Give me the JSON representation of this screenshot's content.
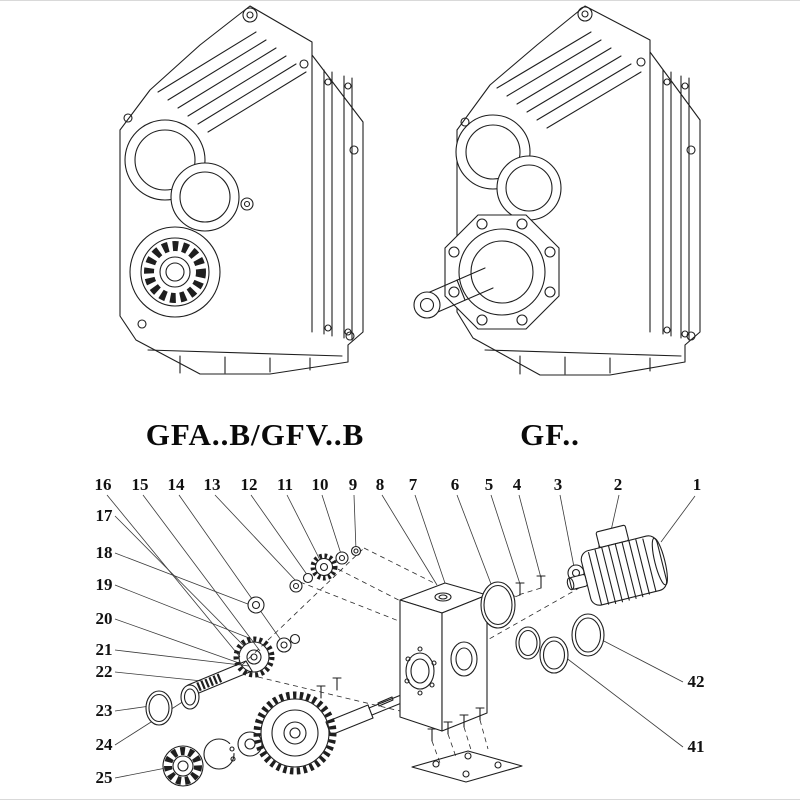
{
  "page": {
    "background": "#ffffff",
    "line_color": "#1f1f1f"
  },
  "models": [
    {
      "label": "GFA..B/GFV..B"
    },
    {
      "label": "GF.."
    }
  ],
  "exploded": {
    "callouts_top": [
      "16",
      "15",
      "14",
      "13",
      "12",
      "11",
      "10",
      "9",
      "8",
      "7",
      "6",
      "5",
      "4",
      "3",
      "2",
      "1"
    ],
    "callouts_left": [
      "17",
      "18",
      "19",
      "20",
      "21",
      "22",
      "23",
      "24",
      "25"
    ],
    "callouts_right": [
      "42",
      "41"
    ]
  }
}
